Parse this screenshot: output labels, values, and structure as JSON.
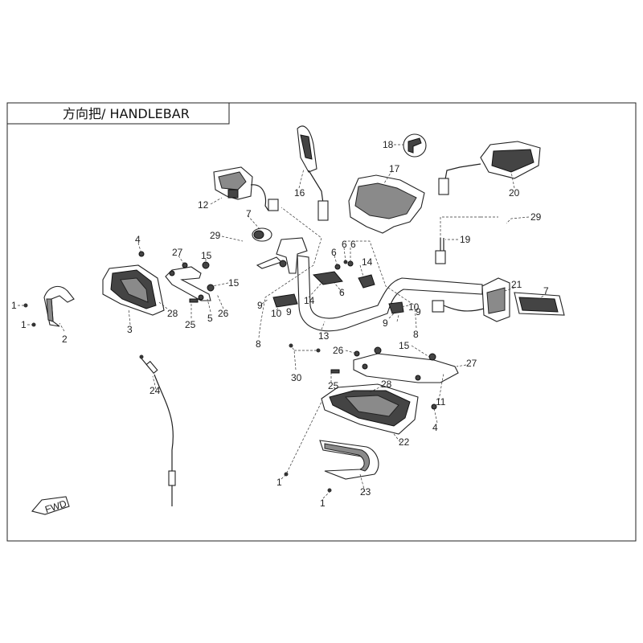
{
  "title": "方向把/ HANDLEBAR",
  "fwd_label": "FWD",
  "callouts": [
    {
      "id": "c1a",
      "text": "1"
    },
    {
      "id": "c1b",
      "text": "1"
    },
    {
      "id": "c2",
      "text": "2"
    },
    {
      "id": "c3",
      "text": "3"
    },
    {
      "id": "c4a",
      "text": "4"
    },
    {
      "id": "c27a",
      "text": "27"
    },
    {
      "id": "c15a",
      "text": "15"
    },
    {
      "id": "c15b",
      "text": "15"
    },
    {
      "id": "c28a",
      "text": "28"
    },
    {
      "id": "c25a",
      "text": "25"
    },
    {
      "id": "c5",
      "text": "5"
    },
    {
      "id": "c26a",
      "text": "26"
    },
    {
      "id": "c12",
      "text": "12"
    },
    {
      "id": "c7a",
      "text": "7"
    },
    {
      "id": "c29a",
      "text": "29"
    },
    {
      "id": "c16",
      "text": "16"
    },
    {
      "id": "c18",
      "text": "18"
    },
    {
      "id": "c17",
      "text": "17"
    },
    {
      "id": "c20",
      "text": "20"
    },
    {
      "id": "c29b",
      "text": "29"
    },
    {
      "id": "c19",
      "text": "19"
    },
    {
      "id": "c6a",
      "text": "6"
    },
    {
      "id": "c6b",
      "text": "6"
    },
    {
      "id": "c6c",
      "text": "6"
    },
    {
      "id": "c6d",
      "text": "6"
    },
    {
      "id": "c14a",
      "text": "14"
    },
    {
      "id": "c14b",
      "text": "14"
    },
    {
      "id": "c9a",
      "text": "9"
    },
    {
      "id": "c10a",
      "text": "10"
    },
    {
      "id": "c9b",
      "text": "9"
    },
    {
      "id": "c8a",
      "text": "8"
    },
    {
      "id": "c13",
      "text": "13"
    },
    {
      "id": "c10b",
      "text": "10"
    },
    {
      "id": "c9c",
      "text": "9"
    },
    {
      "id": "c9d",
      "text": "9"
    },
    {
      "id": "c8b",
      "text": "8"
    },
    {
      "id": "c21",
      "text": "21"
    },
    {
      "id": "c7b",
      "text": "7"
    },
    {
      "id": "c26b",
      "text": "26"
    },
    {
      "id": "c15c",
      "text": "15"
    },
    {
      "id": "c27b",
      "text": "27"
    },
    {
      "id": "c28b",
      "text": "28"
    },
    {
      "id": "c25b",
      "text": "25"
    },
    {
      "id": "c11",
      "text": "11"
    },
    {
      "id": "c30",
      "text": "30"
    },
    {
      "id": "c24",
      "text": "24"
    },
    {
      "id": "c4b",
      "text": "4"
    },
    {
      "id": "c22",
      "text": "22"
    },
    {
      "id": "c1c",
      "text": "1"
    },
    {
      "id": "c23",
      "text": "23"
    },
    {
      "id": "c1d",
      "text": "1"
    }
  ]
}
